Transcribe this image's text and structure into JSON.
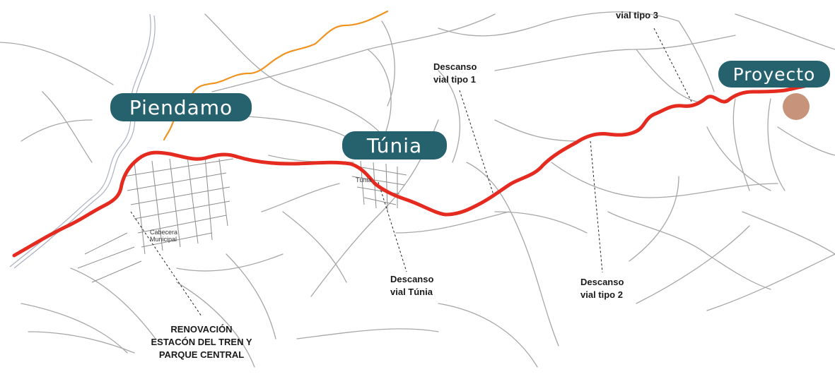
{
  "map": {
    "towns": {
      "piendamo": "Piendamo",
      "tunia": "Túnia",
      "proyecto": "Proyecto"
    },
    "callouts": {
      "vial_tipo_3": "vial tipo 3",
      "descanso_vial_tipo_1": "Descanso\nvial tipo 1",
      "descanso_vial_tunia": "Descanso\nvial Túnia",
      "descanso_vial_tipo_2": "Descanso\nvial tipo 2",
      "renovacion": "RENOVACIÓN\nESTACÓN DEL TREN  Y\nPARQUE CENTRAL"
    },
    "small_labels": {
      "cabecera_municipal": "Cabecera\nMunicipal",
      "tunia_town": "Túnia"
    },
    "colors": {
      "route": "#e52a1f",
      "secondary_road": "#f0931e",
      "river": "#a9b0c2",
      "roads": "#a7a7a7",
      "badge": "#26626e",
      "project_site": "#c8937b"
    }
  }
}
